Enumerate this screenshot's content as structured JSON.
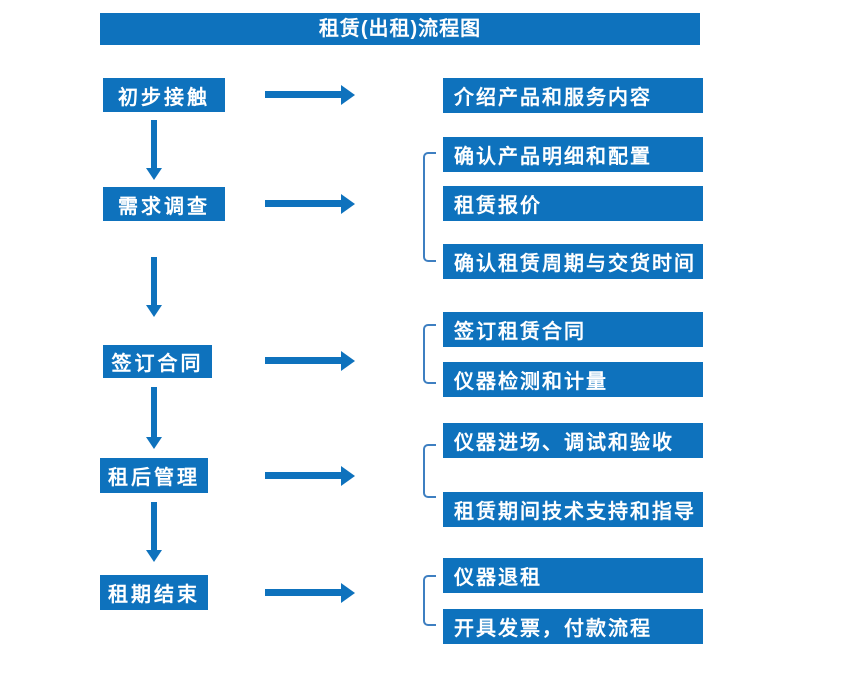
{
  "title": "租赁(出租)流程图",
  "colors": {
    "primary_blue": "#0e72bd",
    "bracket_blue": "#3e7fc1",
    "text_white": "#ffffff",
    "background": "#ffffff"
  },
  "steps": [
    {
      "label": "初步接触"
    },
    {
      "label": "需求调查"
    },
    {
      "label": "签订合同"
    },
    {
      "label": "租后管理"
    },
    {
      "label": "租期结束"
    }
  ],
  "details": [
    {
      "step": "初步接触",
      "items": [
        "介绍产品和服务内容"
      ]
    },
    {
      "step": "需求调查",
      "items": [
        "确认产品明细和配置",
        "租赁报价",
        "确认租赁周期与交货时间"
      ]
    },
    {
      "step": "签订合同",
      "items": [
        "签订租赁合同",
        "仪器检测和计量"
      ]
    },
    {
      "step": "租后管理",
      "items": [
        "仪器进场、调试和验收",
        "租赁期间技术支持和指导"
      ]
    },
    {
      "step": "租期结束",
      "items": [
        "仪器退租",
        "开具发票，付款流程"
      ]
    }
  ]
}
